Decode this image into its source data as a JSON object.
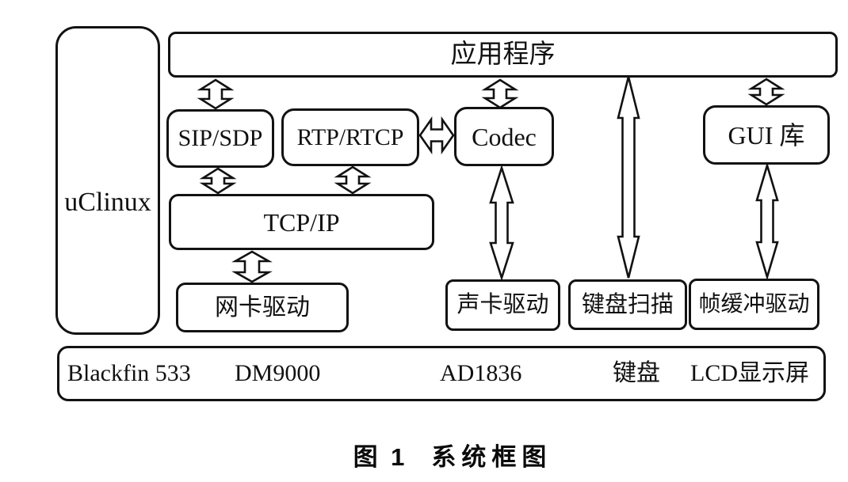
{
  "diagram": {
    "caption": {
      "figure_label": "图 1",
      "title": "系统框图"
    },
    "nodes": {
      "uclinux": "uClinux",
      "application": "应用程序",
      "sip_sdp": "SIP/SDP",
      "rtp_rtcp": "RTP/RTCP",
      "codec": "Codec",
      "gui_lib": "GUI 库",
      "tcp_ip": "TCP/IP",
      "nic_driver": "网卡驱动",
      "sound_driver": "声卡驱动",
      "keyboard_scan": "键盘扫描",
      "framebuffer_driver": "帧缓冲驱动"
    },
    "hardware_bar": {
      "items": [
        "Blackfin 533",
        "DM9000",
        "AD1836",
        "键盘",
        "LCD显示屏"
      ]
    },
    "connections": [
      {
        "from": "application",
        "to": "sip_sdp",
        "direction": "bidirectional"
      },
      {
        "from": "application",
        "to": "codec",
        "direction": "bidirectional"
      },
      {
        "from": "application",
        "to": "gui_lib",
        "direction": "bidirectional"
      },
      {
        "from": "application",
        "to": "keyboard_scan",
        "direction": "bidirectional"
      },
      {
        "from": "sip_sdp",
        "to": "tcp_ip",
        "direction": "bidirectional"
      },
      {
        "from": "rtp_rtcp",
        "to": "tcp_ip",
        "direction": "bidirectional"
      },
      {
        "from": "rtp_rtcp",
        "to": "codec",
        "direction": "bidirectional"
      },
      {
        "from": "tcp_ip",
        "to": "nic_driver",
        "direction": "bidirectional"
      },
      {
        "from": "codec",
        "to": "sound_driver",
        "direction": "bidirectional"
      },
      {
        "from": "gui_lib",
        "to": "framebuffer_driver",
        "direction": "bidirectional"
      }
    ],
    "colors": {
      "line": "#121212",
      "background": "#ffffff",
      "text": "#111111"
    }
  }
}
